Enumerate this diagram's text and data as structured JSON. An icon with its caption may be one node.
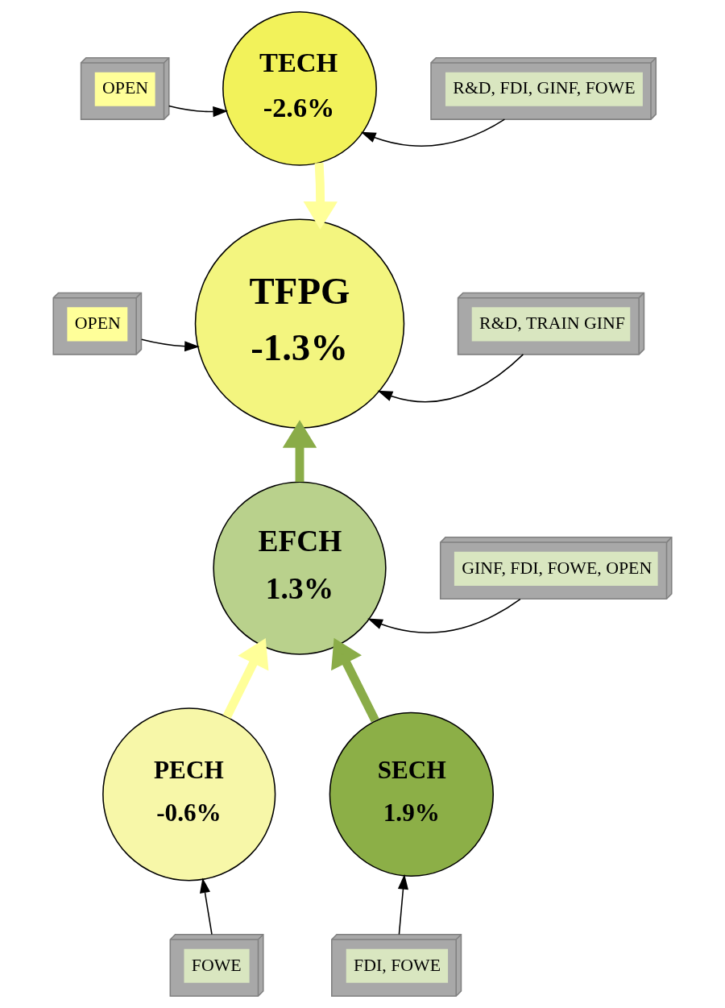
{
  "diagram": {
    "nodes": [
      {
        "text": [
          "OPEN"
        ]
      },
      {
        "text": [
          "TECH",
          "-2.6%"
        ]
      },
      {
        "text": [
          "R&D, FDI, GINF, FOWE"
        ]
      },
      {
        "text": [
          "OPEN"
        ]
      },
      {
        "text": [
          "TFPG",
          "-1.3%"
        ]
      },
      {
        "text": [
          "R&D, TRAIN GINF"
        ]
      },
      {
        "text": [
          "EFCH",
          "1.3%"
        ]
      },
      {
        "text": [
          "GINF, FDI, FOWE, OPEN"
        ]
      },
      {
        "text": [
          "PECH",
          "-0.6%"
        ]
      },
      {
        "text": [
          "SECH",
          "1.9%"
        ]
      },
      {
        "text": [
          "FOWE"
        ]
      },
      {
        "text": [
          "FDI, FOWE"
        ]
      }
    ],
    "edges": [
      {
        "from": 0,
        "to": 1,
        "arrow": "to"
      },
      {
        "from": 2,
        "to": 1,
        "arrow": "to"
      },
      {
        "from": 1,
        "to": 4,
        "arrow": "to",
        "style": "thick",
        "color": "#ffff99"
      },
      {
        "from": 3,
        "to": 4,
        "arrow": "to"
      },
      {
        "from": 5,
        "to": 4,
        "arrow": "to"
      },
      {
        "from": 6,
        "to": 4,
        "arrow": "to",
        "style": "thick",
        "color": "#8aac48"
      },
      {
        "from": 7,
        "to": 6,
        "arrow": "to"
      },
      {
        "from": 8,
        "to": 6,
        "arrow": "to",
        "style": "thick",
        "color": "#ffff99"
      },
      {
        "from": 9,
        "to": 6,
        "arrow": "to",
        "style": "thick",
        "color": "#8aac48"
      },
      {
        "from": 10,
        "to": 8,
        "arrow": "to"
      },
      {
        "from": 11,
        "to": 9,
        "arrow": "to"
      }
    ]
  }
}
